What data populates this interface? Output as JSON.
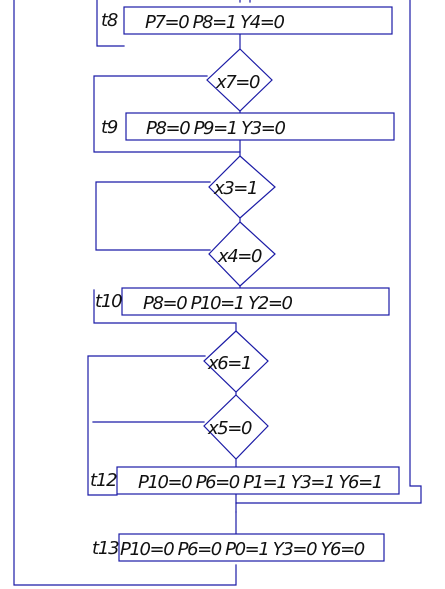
{
  "blocks": {
    "t8": {
      "step": "t8",
      "text": "P7=0 P8=1  Y4=0"
    },
    "t9": {
      "step": "t9",
      "text": "P8=0 P9=1  Y3=0"
    },
    "t10": {
      "step": "t10",
      "text": "P8=0 P10=1  Y2=0"
    },
    "t12": {
      "step": "t12",
      "text": "P10=0 P6=0 P1=1 Y3=1 Y6=1"
    },
    "t13": {
      "step": "t13",
      "text": "P10=0 P6=0 P0=1 Y3=0 Y6=0"
    }
  },
  "conditions": {
    "x7": "x7=0",
    "x3": "x3=1",
    "x4": "x4=0",
    "x6": "x6=1",
    "x5": "x5=0"
  },
  "colors": {
    "line": "#1b1ba6",
    "text": "#111111",
    "background": "#ffffff"
  }
}
